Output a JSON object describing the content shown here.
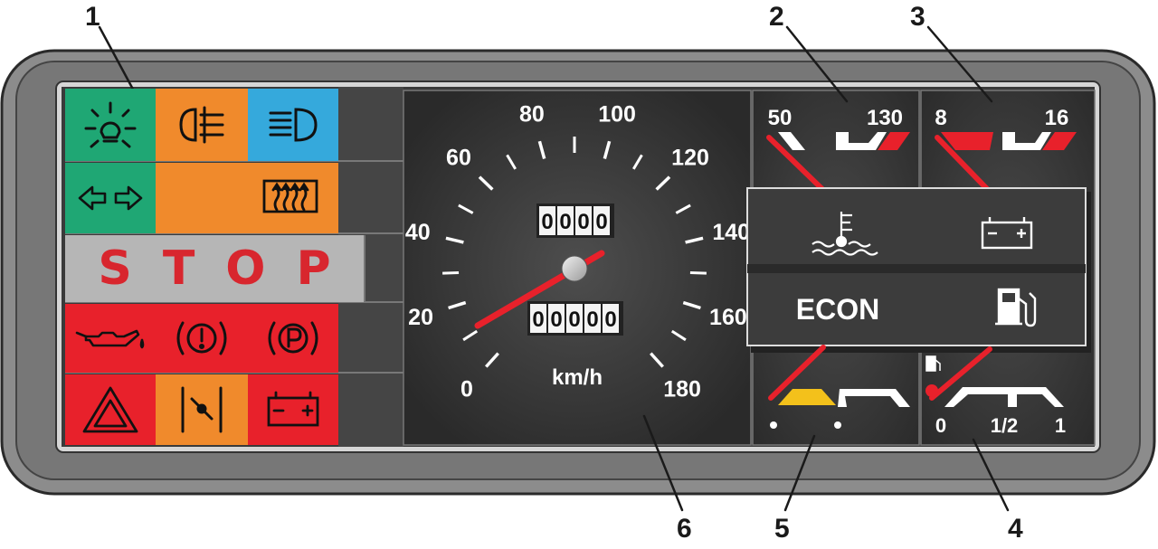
{
  "callouts": [
    "1",
    "2",
    "3",
    "4",
    "5",
    "6"
  ],
  "warning_lamps": {
    "stop_label": "STOP",
    "items": [
      {
        "icon": "side-lights-icon",
        "color": "#1fa774"
      },
      {
        "icon": "rear-fog-light-icon",
        "color": "#f08a2c"
      },
      {
        "icon": "high-beam-icon",
        "color": "#35a9dc"
      },
      {
        "icon": "turn-signal-icon",
        "color": "#1fa774"
      },
      {
        "icon": "rear-window-heater-icon",
        "color": "#f08a2c"
      },
      {
        "icon": "oil-pressure-icon",
        "color": "#e8212b"
      },
      {
        "icon": "brake-warning-icon",
        "color": "#e8212b"
      },
      {
        "icon": "parking-brake-icon",
        "color": "#e8212b"
      },
      {
        "icon": "hazard-warning-icon",
        "color": "#e8212b"
      },
      {
        "icon": "choke-icon",
        "color": "#f08a2c"
      },
      {
        "icon": "battery-charge-icon",
        "color": "#e8212b"
      }
    ],
    "stop_background": "#b6b6b6"
  },
  "speedometer": {
    "unit": "km/h",
    "scale_labels": [
      "0",
      "20",
      "40",
      "60",
      "80",
      "100",
      "120",
      "140",
      "160",
      "180"
    ],
    "min": 0,
    "max": 180,
    "trip_odometer": [
      "0",
      "0",
      "0",
      "0"
    ],
    "total_odometer": [
      "0",
      "0",
      "0",
      "0",
      "0"
    ],
    "needle_color": "#e8212b"
  },
  "temperature_gauge": {
    "low_label": "50",
    "high_label": "130"
  },
  "voltmeter": {
    "low_label": "8",
    "high_label": "16"
  },
  "fuel_gauge": {
    "labels": [
      "0",
      "1/2",
      "1"
    ]
  },
  "indicator_panel": {
    "econ_label": "ECON",
    "icons": [
      "coolant-temperature-icon",
      "battery-icon",
      "fuel-pump-icon"
    ]
  },
  "oil_level_gauge": {
    "warning_color": "#f3c11b"
  }
}
